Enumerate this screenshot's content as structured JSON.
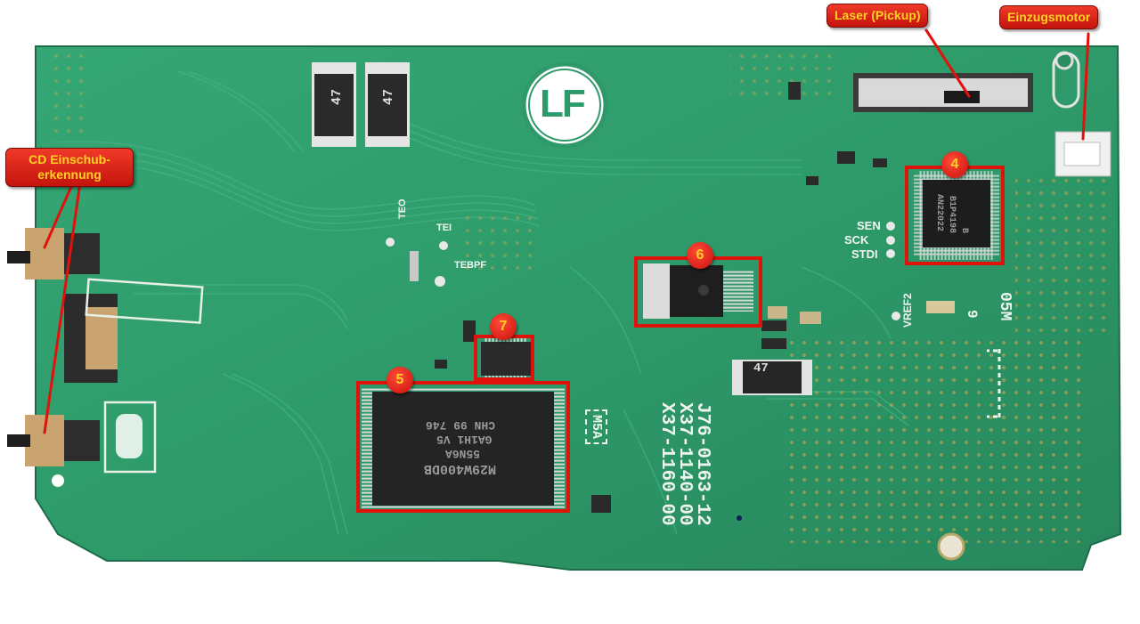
{
  "callouts": {
    "laser": "Laser (Pickup)",
    "motor": "Einzugsmotor",
    "cd_line1": "CD Einschub-",
    "cd_line2": "erkennung"
  },
  "markers": [
    "4",
    "5",
    "6",
    "7"
  ],
  "board_text": {
    "logo": "LF",
    "tp_teo": "TEO",
    "tp_tei": "TEI",
    "tp_tebpf": "TEBPF",
    "tp_sen": "SEN",
    "tp_sck": "SCK",
    "tp_stdi": "STDI",
    "tp_vref2": "VREF2",
    "part_1": "J76-0163-12",
    "part_2": "X37-1140-00",
    "part_3": "X37-1160-00",
    "m5a": "M5A",
    "rev": "05M",
    "rev_digit": "9",
    "cap_mark": "47"
  },
  "chips": {
    "flash_line1": "CHN 99 746",
    "flash_line2": "GA1H1 V5",
    "flash_line3": "55N6A",
    "flash_line4": "M29W400DB",
    "qfp_line1": "AN22022",
    "qfp_line2": "B1P4198",
    "qfp_line3": "B"
  },
  "colors": {
    "board": "#2e9a6a",
    "board_dark": "#1f7a52",
    "trace": "#3aad7b",
    "callout_bg": "#d8201a",
    "callout_text": "#ffd21f",
    "highlight": "#e0120c"
  }
}
